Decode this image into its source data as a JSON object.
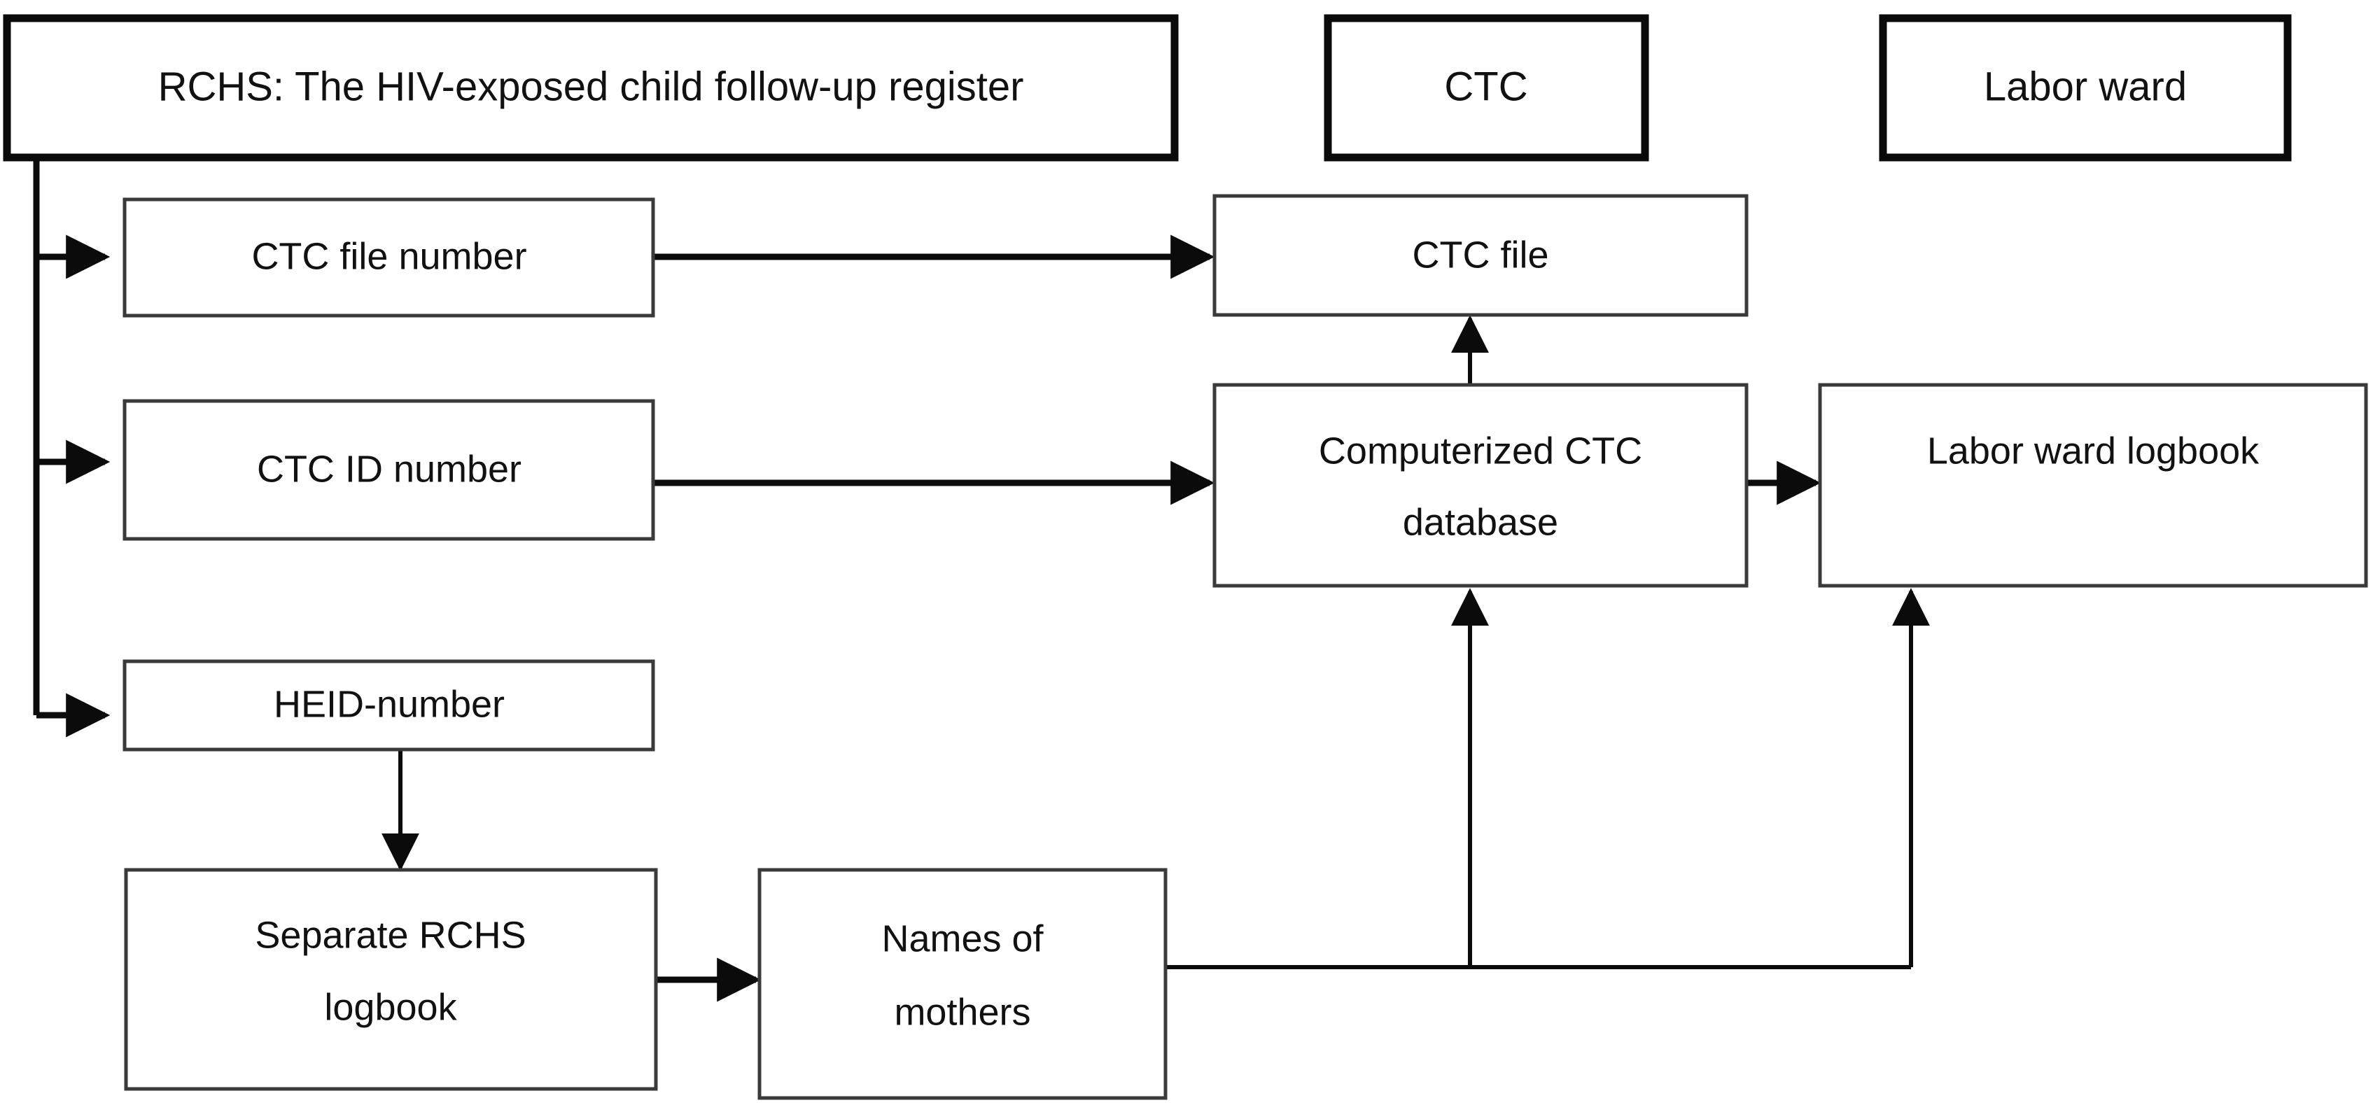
{
  "diagram": {
    "title": "RCHS / CTC / Labor ward data source flow",
    "colors": {
      "background": "#ffffff",
      "thick_border": "#0a0a0a",
      "thin_border": "#3a3a3a",
      "text": "#111111",
      "connector": "#0b0b0b"
    },
    "headers": [
      {
        "id": "rchs-register",
        "label": "RCHS: The HIV-exposed child follow-up register"
      },
      {
        "id": "ctc",
        "label": "CTC"
      },
      {
        "id": "labor-ward",
        "label": "Labor ward"
      }
    ],
    "nodes": [
      {
        "id": "ctc-file-number",
        "label": "CTC file number"
      },
      {
        "id": "ctc-id-number",
        "label": "CTC ID number"
      },
      {
        "id": "heid-number",
        "label": "HEID-number"
      },
      {
        "id": "separate-rchs-logbook",
        "line1": "Separate RCHS",
        "line2": "logbook"
      },
      {
        "id": "names-of-mothers",
        "line1": "Names of",
        "line2": "mothers"
      },
      {
        "id": "ctc-file",
        "label": "CTC file"
      },
      {
        "id": "computerized-ctc-database",
        "line1": "Computerized CTC",
        "line2": "database"
      },
      {
        "id": "labor-ward-logbook",
        "label": "Labor ward logbook"
      }
    ],
    "connections": [
      {
        "id": "rchs-to-ctc-file-number",
        "from": "rchs-register",
        "to": "ctc-file-number"
      },
      {
        "id": "rchs-to-ctc-id-number",
        "from": "rchs-register",
        "to": "ctc-id-number"
      },
      {
        "id": "rchs-to-heid-number",
        "from": "rchs-register",
        "to": "heid-number"
      },
      {
        "id": "ctc-file-number-to-ctc-file",
        "from": "ctc-file-number",
        "to": "ctc-file"
      },
      {
        "id": "ctc-id-number-to-database",
        "from": "ctc-id-number",
        "to": "computerized-ctc-database"
      },
      {
        "id": "heid-number-to-logbook",
        "from": "heid-number",
        "to": "separate-rchs-logbook"
      },
      {
        "id": "logbook-to-names-of-mothers",
        "from": "separate-rchs-logbook",
        "to": "names-of-mothers"
      },
      {
        "id": "database-to-ctc-file",
        "from": "computerized-ctc-database",
        "to": "ctc-file"
      },
      {
        "id": "database-to-labor-ward-logbook",
        "from": "computerized-ctc-database",
        "to": "labor-ward-logbook"
      },
      {
        "id": "names-of-mothers-to-database",
        "from": "names-of-mothers",
        "to": "computerized-ctc-database"
      },
      {
        "id": "names-of-mothers-to-labor-ward-logbook",
        "from": "names-of-mothers",
        "to": "labor-ward-logbook"
      }
    ]
  }
}
